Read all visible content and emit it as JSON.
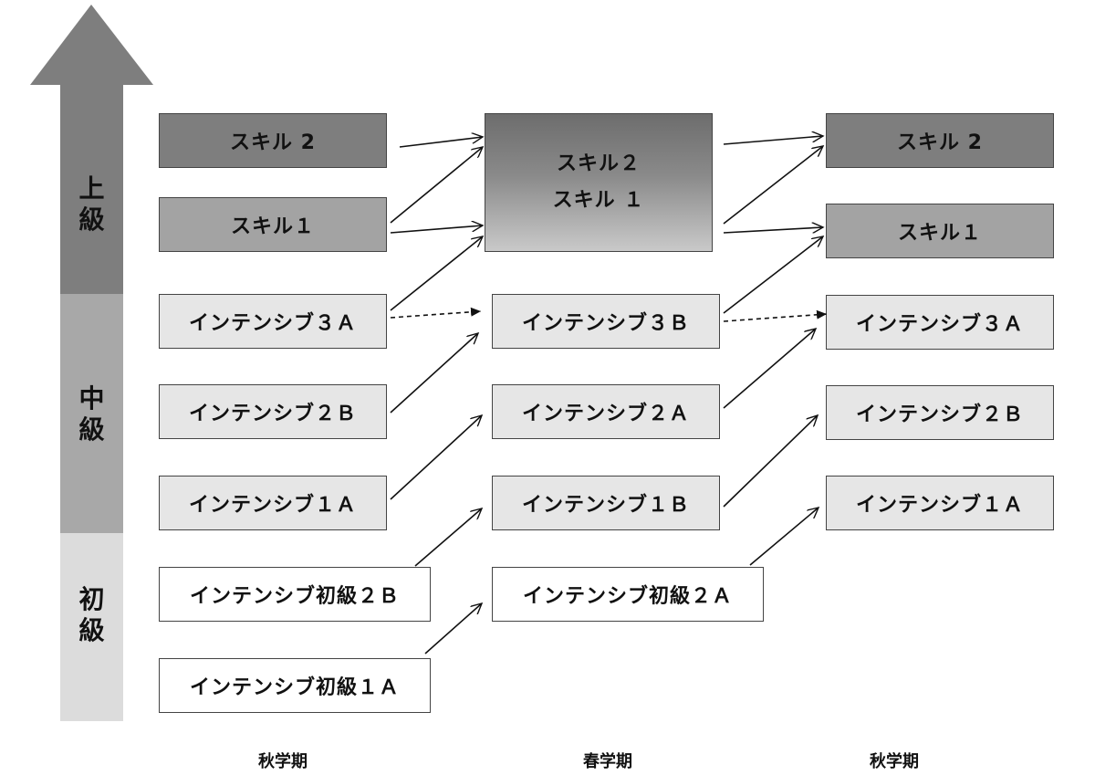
{
  "levels": {
    "advanced": "上級",
    "intermediate": "中級",
    "beginner": "初級"
  },
  "terms": {
    "col1": "秋学期",
    "col2": "春学期",
    "col3": "秋学期"
  },
  "col1": {
    "skill2": "スキル 2",
    "skill1": "スキル１",
    "intensive3a": "インテンシブ３Ａ",
    "intensive2b": "インテンシブ２Ｂ",
    "intensive1a": "インテンシブ１Ａ",
    "beginner2b": "インテンシブ初級２Ｂ",
    "beginner1a": "インテンシブ初級１Ａ"
  },
  "col2": {
    "skill_combined_line1": "スキル２",
    "skill_combined_line2": "スキル １",
    "intensive3b": "インテンシブ３Ｂ",
    "intensive2a": "インテンシブ２Ａ",
    "intensive1b": "インテンシブ１Ｂ",
    "beginner2a": "インテンシブ初級２Ａ"
  },
  "col3": {
    "skill2": "スキル 2",
    "skill1": "スキル１",
    "intensive3a": "インテンシブ３Ａ",
    "intensive2b": "インテンシブ２Ｂ",
    "intensive1a": "インテンシブ１Ａ"
  },
  "colors": {
    "advanced": "#7e7e7e",
    "intermediate": "#a8a8a8",
    "beginner": "#dcdcdc",
    "arrow": "#111111"
  }
}
